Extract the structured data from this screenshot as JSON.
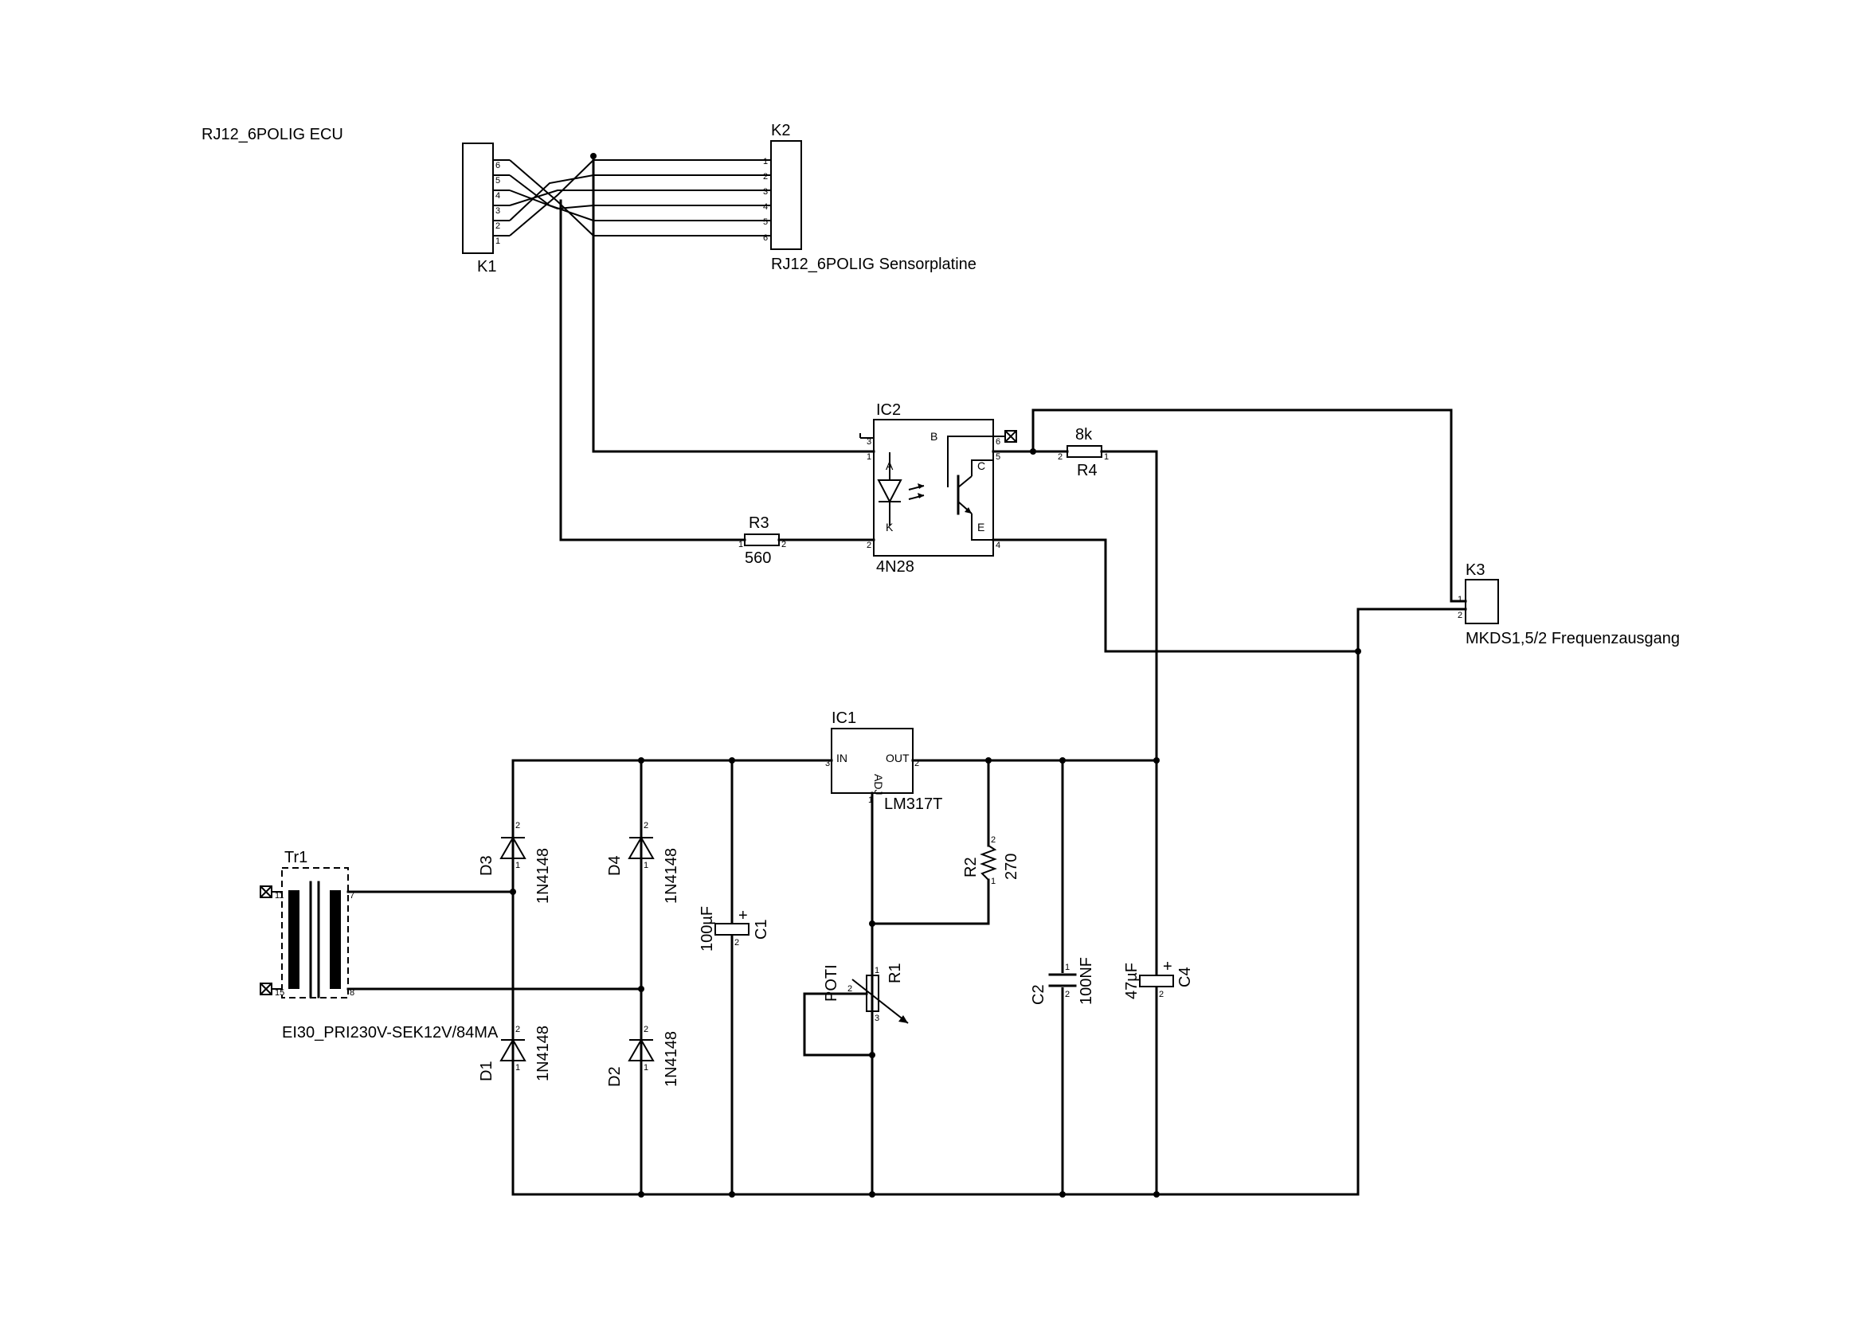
{
  "labels": {
    "k1_caption": "RJ12_6POLIG ECU",
    "k1_ref": "K1",
    "k2_ref": "K2",
    "k2_caption": "RJ12_6POLIG Sensorplatine",
    "ic2_ref": "IC2",
    "ic2_part": "4N28",
    "ic2_pin_a": "A",
    "ic2_pin_k": "K",
    "ic2_pin_b": "B",
    "ic2_pin_c": "C",
    "ic2_pin_e": "E",
    "r3_ref": "R3",
    "r3_value": "560",
    "r4_value": "8k",
    "r4_ref": "R4",
    "k3_ref": "K3",
    "k3_caption": "MKDS1,5/2 Frequenzausgang",
    "ic1_ref": "IC1",
    "ic1_part": "LM317T",
    "ic1_in": "IN",
    "ic1_out": "OUT",
    "ic1_adj": "ADJ",
    "tr1_ref": "Tr1",
    "tr1_caption": "EI30_PRI230V-SEK12V/84MA",
    "d3_ref": "D3",
    "d3_part": "1N4148",
    "d4_ref": "D4",
    "d4_part": "1N4148",
    "d1_ref": "D1",
    "d1_part": "1N4148",
    "d2_ref": "D2",
    "d2_part": "1N4148",
    "c1_ref": "C1",
    "c1_value": "100µF",
    "r2_ref": "R2",
    "r2_value": "270",
    "r1_ref": "R1",
    "r1_value": "POTI",
    "c2_ref": "C2",
    "c2_value": "100NF",
    "c4_ref": "C4",
    "c4_value": "47µF"
  },
  "pins": {
    "k1": [
      "6",
      "5",
      "4",
      "3",
      "2",
      "1"
    ],
    "k2": [
      "1",
      "2",
      "3",
      "4",
      "5",
      "6"
    ],
    "p1": "1",
    "p2": "2",
    "p3": "3",
    "p4": "4",
    "p5": "5",
    "p6": "6",
    "p7": "7",
    "p8": "8",
    "p11": "11",
    "p15": "15",
    "plus": "+"
  }
}
